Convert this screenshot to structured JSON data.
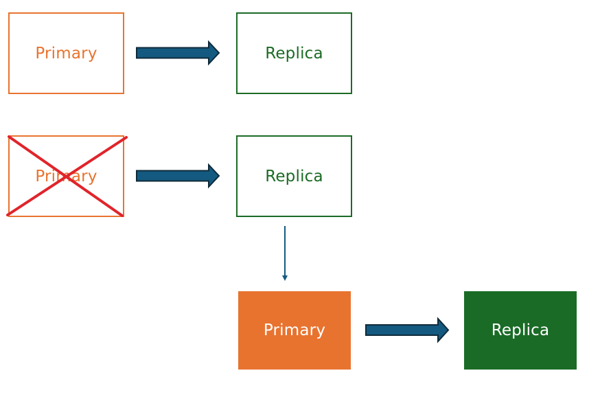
{
  "row1": {
    "primary_label": "Primary",
    "replica_label": "Replica"
  },
  "row2": {
    "primary_label": "Primary",
    "replica_label": "Replica"
  },
  "row3": {
    "primary_label": "Primary",
    "replica_label": "Replica"
  },
  "colors": {
    "primary": "#E8732F",
    "replica": "#1B6B25",
    "arrow_fill": "#145A80",
    "arrow_stroke": "#0E2A3A",
    "cross": "#E0242B"
  },
  "icons": [
    "block-arrow-icon",
    "cross-mark-icon",
    "down-arrow-icon"
  ]
}
